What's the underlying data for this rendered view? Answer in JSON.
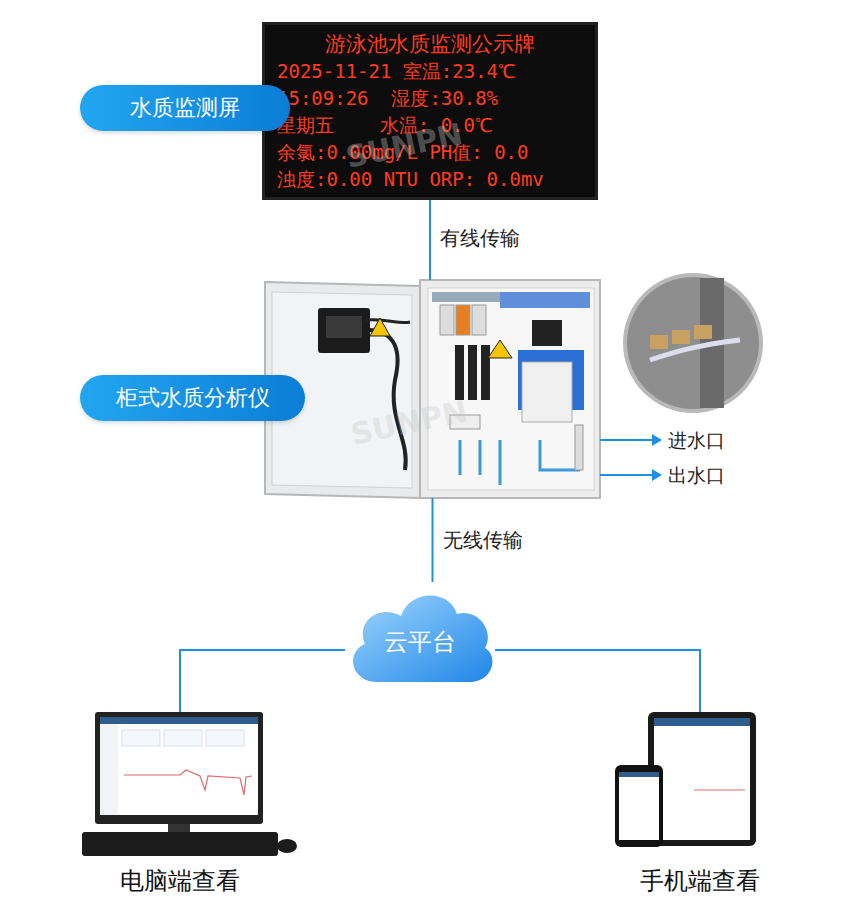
{
  "diagram": {
    "nodes": [
      {
        "text": [
          "水质监测屏",
          "游泳池水质监测公示牌",
          "2025-11-21 室温:23.4℃",
          "15:09:26  湿度:30.8%",
          "星期五    水温: 0.0℃",
          "余氯:0.00mg/L PH值: 0.0",
          "浊度:0.00 NTU ORP: 0.0mv"
        ]
      },
      {
        "text": [
          "柜式水质分析仪"
        ]
      },
      {
        "text": [
          "云平台"
        ]
      },
      {
        "text": [
          "电脑端查看"
        ]
      },
      {
        "text": [
          "手机端查看"
        ]
      }
    ],
    "edges": [
      {
        "from": 0,
        "to": 1,
        "label": "有线传输",
        "arrow": "none"
      },
      {
        "from": 1,
        "to": 2,
        "label": "无线传输",
        "arrow": "none"
      },
      {
        "from": 2,
        "to": 3,
        "arrow": "none"
      },
      {
        "from": 2,
        "to": 4,
        "arrow": "none"
      }
    ],
    "labels": [
      "进水口",
      "出水口",
      "SUNPN",
      "SUNPN"
    ]
  }
}
